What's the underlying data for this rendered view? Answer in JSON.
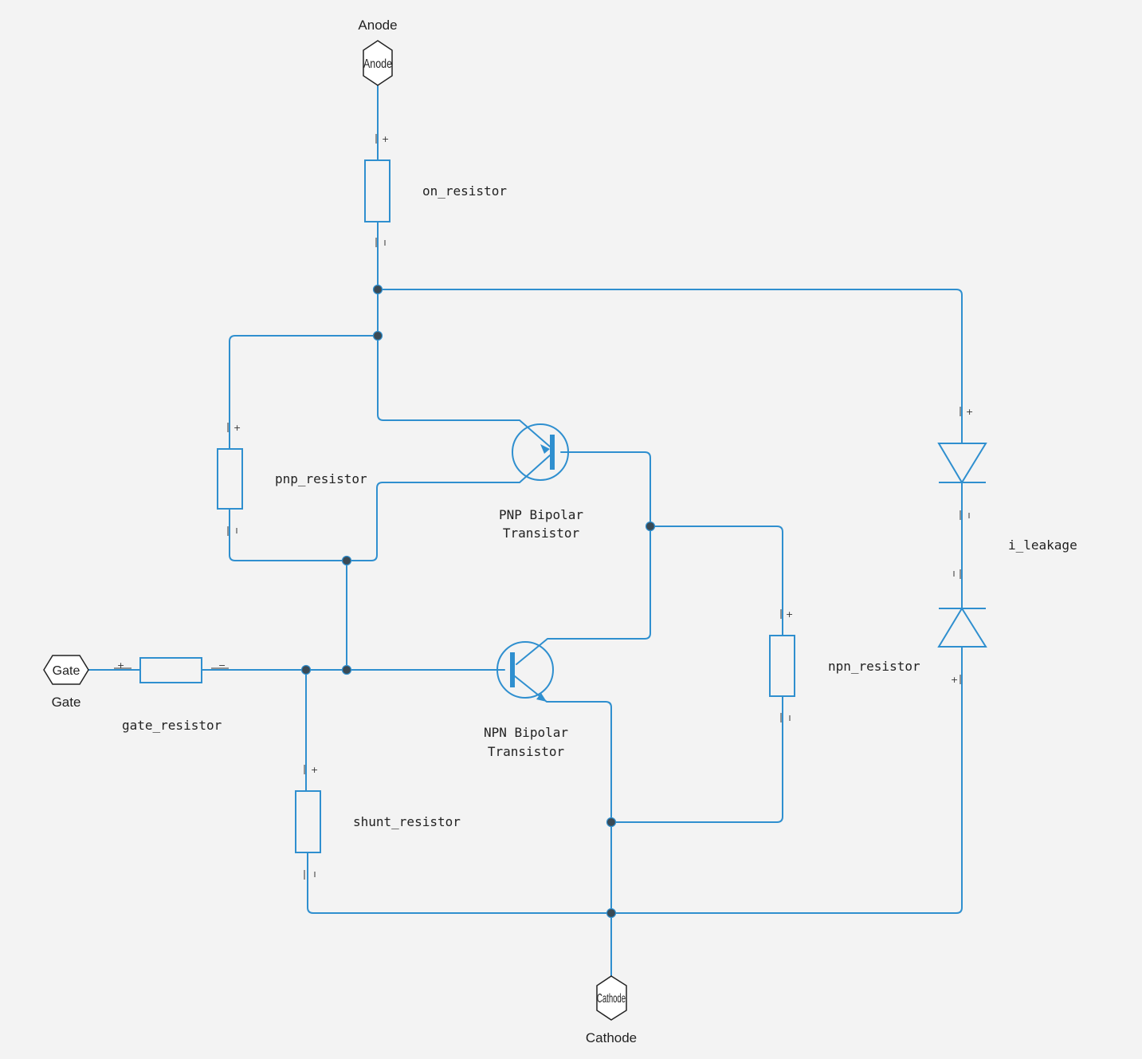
{
  "ports": {
    "anode": {
      "inner": "Anode",
      "label": "Anode"
    },
    "cathode": {
      "inner": "Cathode",
      "label": "Cathode"
    },
    "gate": {
      "inner": "Gate",
      "label": "Gate"
    }
  },
  "components": {
    "on_resistor": "on_resistor",
    "pnp_resistor": "pnp_resistor",
    "gate_resistor": "gate_resistor",
    "shunt_resistor": "shunt_resistor",
    "npn_resistor": "npn_resistor",
    "i_leakage": "i_leakage",
    "pnp_line1": "PNP Bipolar",
    "pnp_line2": "Transistor",
    "npn_line1": "NPN Bipolar",
    "npn_line2": "Transistor"
  },
  "signs": {
    "plus": "+",
    "minus": "−"
  },
  "colors": {
    "wire": "#2f8fcf",
    "junction": "#3a4a55",
    "background": "#f3f3f3"
  }
}
